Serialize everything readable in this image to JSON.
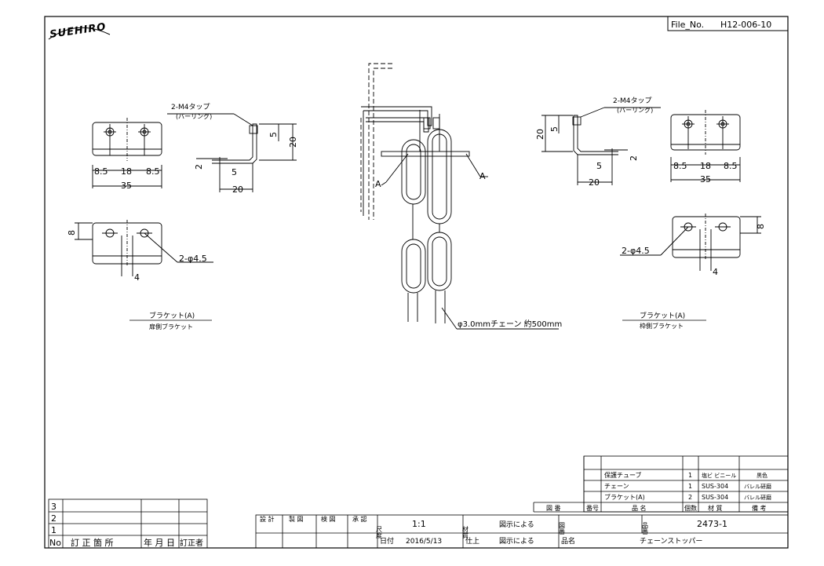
{
  "logo_text": "SUEHIRO",
  "file_no_label": "File_No.",
  "file_no_value": "H12-006-10",
  "views": {
    "left_tap_label": "2-M4タップ",
    "left_tap_sub": "(バーリング)",
    "right_tap_label": "2-M4タップ",
    "right_tap_sub": "(バーリング)",
    "left_hole_label": "2-φ4.5",
    "right_hole_label": "2-φ4.5",
    "chain_label": "φ3.0mmチェーン 約500mm",
    "section_a_left": "A",
    "section_a_right": "A",
    "left_caption_title": "ブラケット(A)",
    "left_caption_sub": "扉側ブラケット",
    "right_caption_title": "ブラケット(A)",
    "right_caption_sub": "枠側ブラケット"
  },
  "dims": {
    "d8_5": "8.5",
    "d18": "18",
    "d35": "35",
    "d20": "20",
    "d5": "5",
    "d2": "2",
    "d8": "8",
    "d4": "4"
  },
  "bom": {
    "rows": [
      {
        "no": "",
        "part": "保護チューブ",
        "qty": "1",
        "material": "塩ビ ビニール",
        "remarks": "黒色"
      },
      {
        "no": "",
        "part": "チェーン",
        "qty": "1",
        "material": "SUS-304",
        "remarks": "バレル研磨"
      },
      {
        "no": "",
        "part": "ブラケット(A)",
        "qty": "2",
        "material": "SUS-304",
        "remarks": "バレル研磨"
      }
    ],
    "headers": {
      "drawing_no": "図 番",
      "item_no": "番号",
      "part": "品 名",
      "qty": "個数",
      "material": "材 質",
      "remarks": "備 考"
    }
  },
  "revision": {
    "rows": [
      "3",
      "2",
      "1"
    ],
    "headers": {
      "no": "No",
      "location": "訂 正 箇 所",
      "date": "年 月 日",
      "corrector": "訂正者"
    }
  },
  "title_block": {
    "design": "設 計",
    "drafting": "製 図",
    "check": "検 図",
    "approve": "承 認",
    "scale_label": "尺度",
    "scale_value": "1:1",
    "date_label": "日付",
    "date_value": "2016/5/13",
    "material_label": "材質",
    "material_value": "図示による",
    "finish_label": "仕上",
    "finish_value": "図示による",
    "drawing_no_label": "図番",
    "drawing_no_value": "",
    "product_no_label": "品番",
    "product_no_value": "2473-1",
    "product_name_label": "品名",
    "product_name_value": "チェーンストッパー"
  }
}
